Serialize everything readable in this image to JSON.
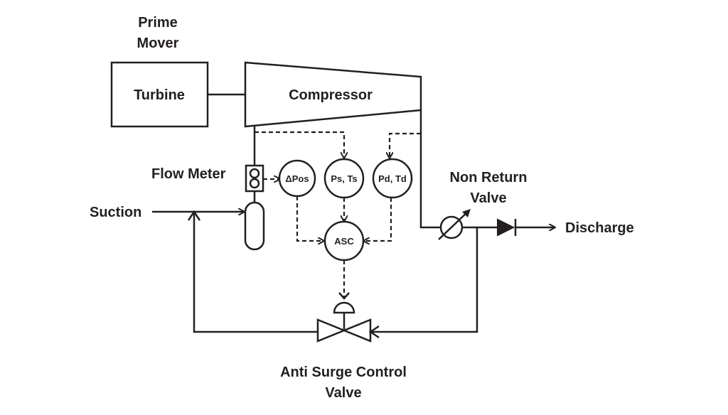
{
  "labels": {
    "prime_mover_line1": "Prime",
    "prime_mover_line2": "Mover",
    "turbine": "Turbine",
    "compressor": "Compressor",
    "flow_meter": "Flow Meter",
    "suction": "Suction",
    "non_return_line1": "Non Return",
    "non_return_line2": "Valve",
    "discharge": "Discharge",
    "anti_surge_line1": "Anti Surge Control",
    "anti_surge_line2": "Valve"
  },
  "instruments": {
    "dpos": "ΔPos",
    "ps_ts": "Ps, Ts",
    "pd_td": "Pd, Td",
    "asc": "ASC"
  },
  "colors": {
    "ink": "#231f20",
    "background": "#ffffff"
  }
}
